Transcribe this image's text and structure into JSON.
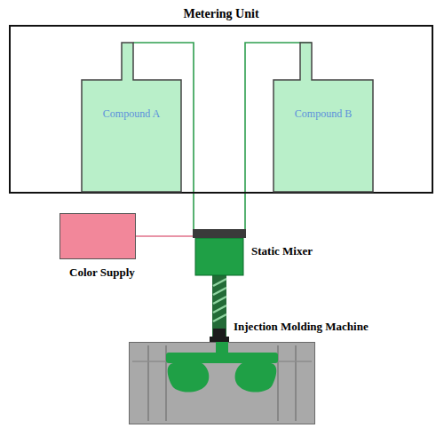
{
  "diagram": {
    "nodes": [
      {
        "text": [
          "Metering Unit"
        ]
      },
      {
        "text": [
          "Compound A"
        ],
        "in": 0
      },
      {
        "text": [
          "Compound B"
        ],
        "in": 0
      },
      {
        "text": [
          "Color Supply"
        ]
      },
      {
        "text": [
          "Static Mixer"
        ]
      },
      {
        "text": [
          "Injection Molding Machine"
        ]
      }
    ],
    "edges": [
      {
        "from": 1,
        "to": 4,
        "arrow": "none"
      },
      {
        "from": 2,
        "to": 4,
        "arrow": "none"
      },
      {
        "from": 3,
        "to": 4,
        "arrow": "none"
      },
      {
        "from": 4,
        "to": 5,
        "arrow": "none"
      }
    ]
  }
}
